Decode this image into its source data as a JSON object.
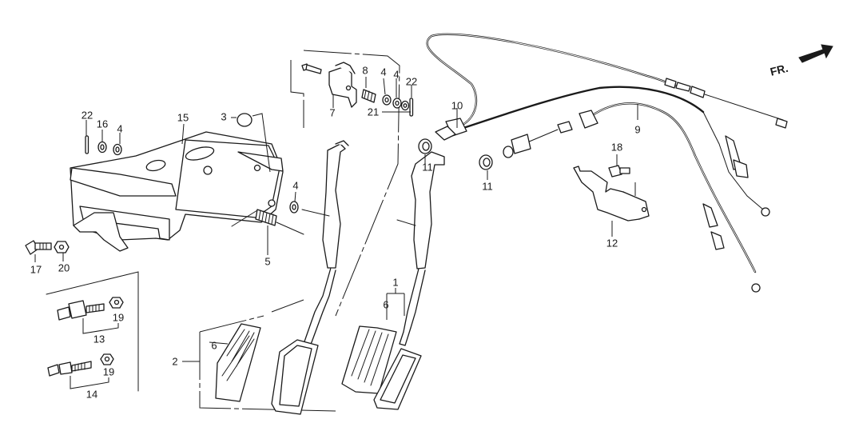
{
  "diagram": {
    "title": "Accelerator pedal and throttle cable assembly (exploded view)",
    "direction_indicator": {
      "label": "FR.",
      "icon": "front-direction-arrow-icon"
    },
    "callouts": [
      {
        "id": "c1",
        "number": "1",
        "refers_to": "Accelerator pedal assembly (right)"
      },
      {
        "id": "c2",
        "number": "2",
        "refers_to": "Accelerator pedal assembly (left group)"
      },
      {
        "id": "c3",
        "number": "3",
        "refers_to": "Cap"
      },
      {
        "id": "c4a",
        "number": "4",
        "refers_to": "Washer"
      },
      {
        "id": "c4b",
        "number": "4",
        "refers_to": "Washer"
      },
      {
        "id": "c4c",
        "number": "4",
        "refers_to": "Washer"
      },
      {
        "id": "c4d",
        "number": "4",
        "refers_to": "Washer"
      },
      {
        "id": "c5",
        "number": "5",
        "refers_to": "Return spring"
      },
      {
        "id": "c6a",
        "number": "6",
        "refers_to": "Pedal pad"
      },
      {
        "id": "c6b",
        "number": "6",
        "refers_to": "Pedal pad"
      },
      {
        "id": "c7",
        "number": "7",
        "refers_to": "Bracket"
      },
      {
        "id": "c8",
        "number": "8",
        "refers_to": "Spring"
      },
      {
        "id": "c9",
        "number": "9",
        "refers_to": "Throttle cable"
      },
      {
        "id": "c10",
        "number": "10",
        "refers_to": "Throttle cable"
      },
      {
        "id": "c11a",
        "number": "11",
        "refers_to": "Grommet"
      },
      {
        "id": "c11b",
        "number": "11",
        "refers_to": "Grommet"
      },
      {
        "id": "c12",
        "number": "12",
        "refers_to": "Cable bracket"
      },
      {
        "id": "c13",
        "number": "13",
        "refers_to": "Switch"
      },
      {
        "id": "c14",
        "number": "14",
        "refers_to": "Switch"
      },
      {
        "id": "c15",
        "number": "15",
        "refers_to": "Pedal bracket"
      },
      {
        "id": "c16",
        "number": "16",
        "refers_to": "Washer"
      },
      {
        "id": "c17",
        "number": "17",
        "refers_to": "Bolt"
      },
      {
        "id": "c18",
        "number": "18",
        "refers_to": "Bolt"
      },
      {
        "id": "c19a",
        "number": "19",
        "refers_to": "Nut"
      },
      {
        "id": "c19b",
        "number": "19",
        "refers_to": "Nut"
      },
      {
        "id": "c20",
        "number": "20",
        "refers_to": "Nut"
      },
      {
        "id": "c21",
        "number": "21",
        "refers_to": "Washer"
      },
      {
        "id": "c22a",
        "number": "22",
        "refers_to": "Pin"
      },
      {
        "id": "c22b",
        "number": "22",
        "refers_to": "Pin"
      }
    ]
  }
}
